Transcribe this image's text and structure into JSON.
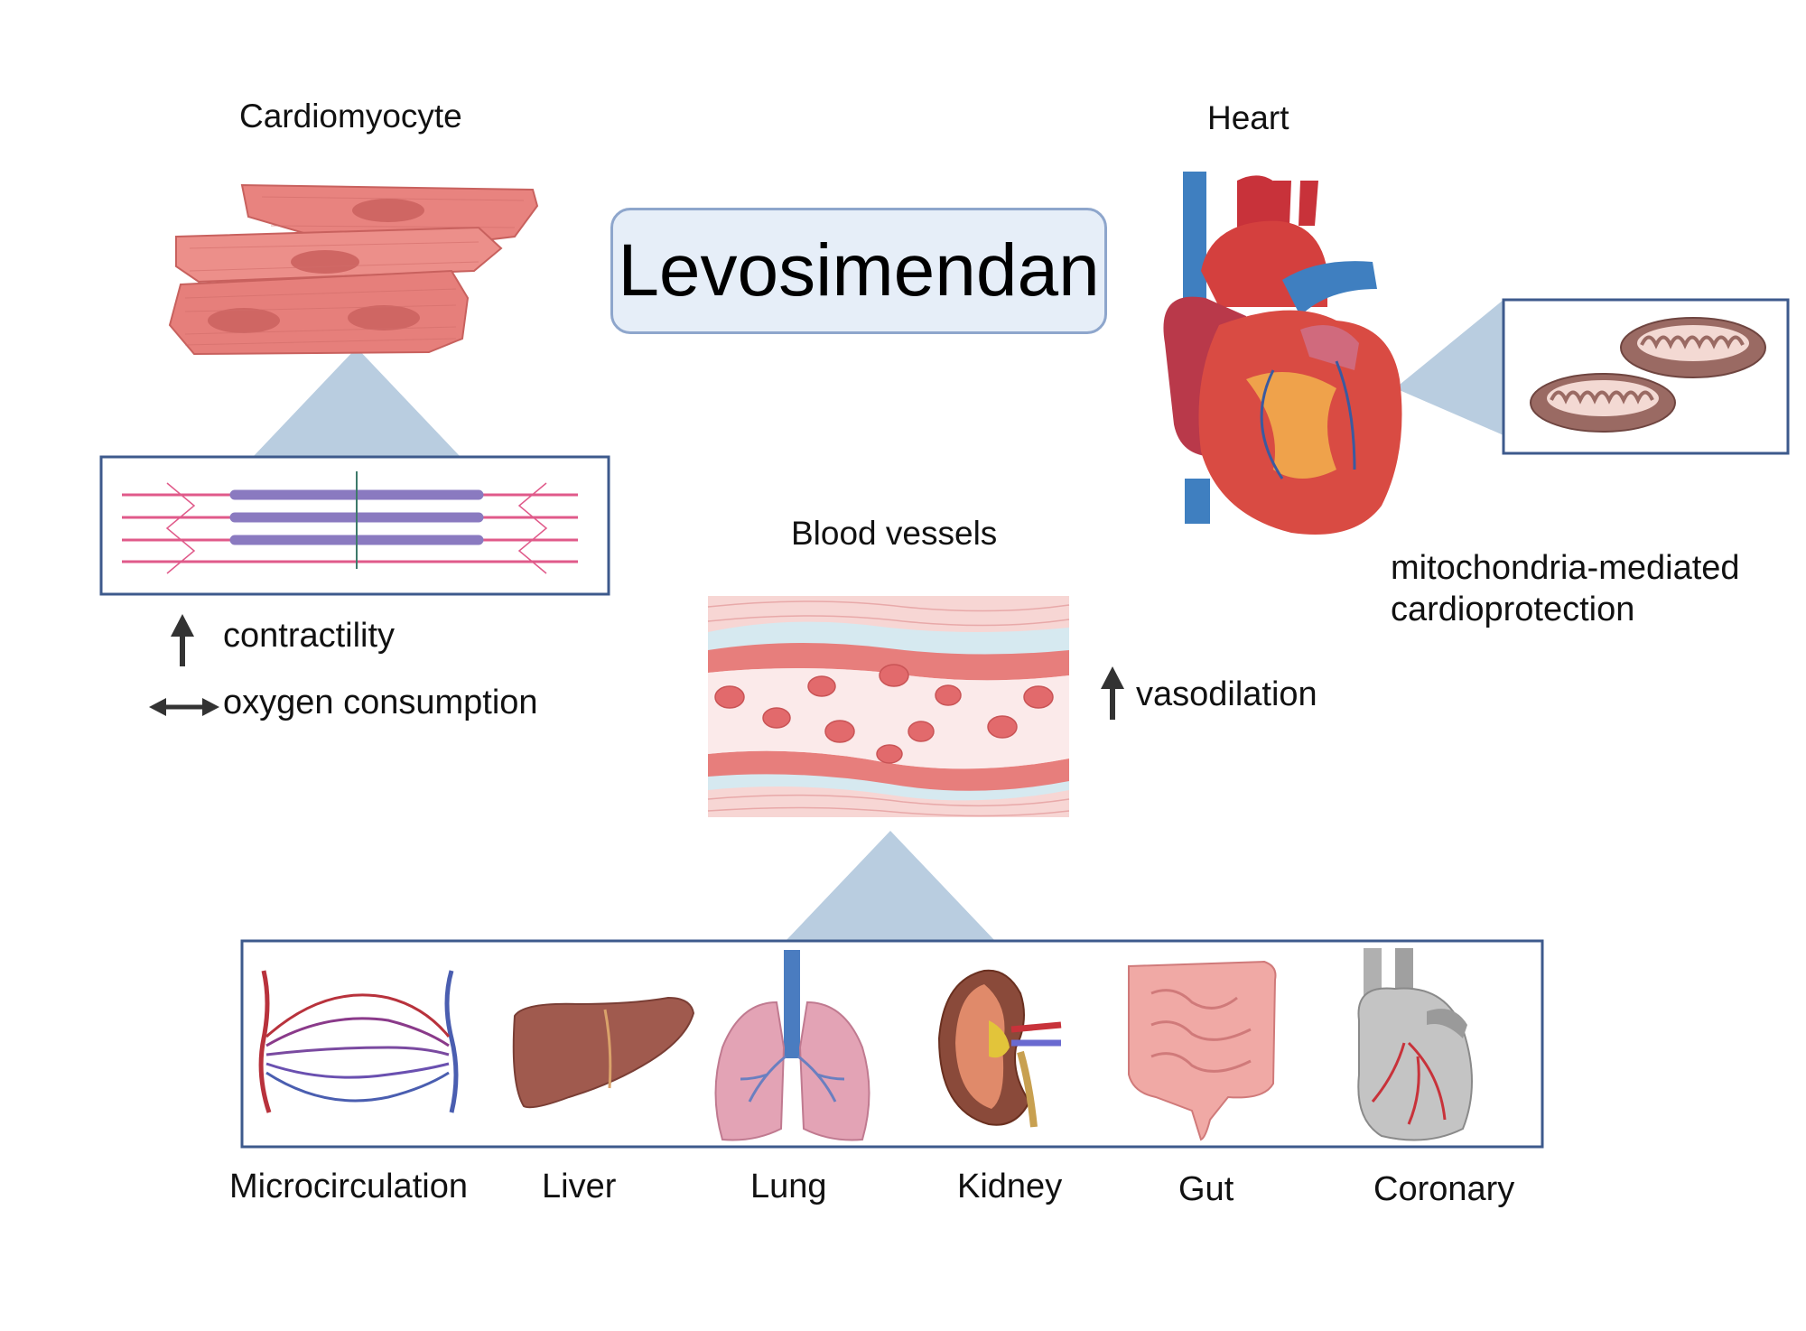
{
  "title": "Levosimendan",
  "sections": {
    "cardiomyocyte": {
      "label": "Cardiomyocyte",
      "effects": [
        {
          "icon": "up-arrow-icon",
          "text": "contractility"
        },
        {
          "icon": "double-arrow-icon",
          "text": "oxygen consumption"
        }
      ]
    },
    "heart": {
      "label": "Heart",
      "effect_line1": "mitochondria-mediated",
      "effect_line2": "cardioprotection"
    },
    "blood_vessels": {
      "label": "Blood vessels",
      "effects": [
        {
          "icon": "up-arrow-icon",
          "text": "vasodilation"
        }
      ]
    }
  },
  "organs": [
    {
      "name": "Microcirculation",
      "icon": "microcirculation-icon"
    },
    {
      "name": "Liver",
      "icon": "liver-icon"
    },
    {
      "name": "Lung",
      "icon": "lung-icon"
    },
    {
      "name": "Kidney",
      "icon": "kidney-icon"
    },
    {
      "name": "Gut",
      "icon": "gut-icon"
    },
    {
      "name": "Coronary",
      "icon": "coronary-heart-icon"
    }
  ],
  "colors": {
    "box_border": "#3d5a8c",
    "callout_fill": "#b9cde0",
    "title_fill": "#e6eef8",
    "muscle": "#e8837f",
    "vessel_red": "#c8323a",
    "vessel_blue": "#3f7fc0"
  }
}
